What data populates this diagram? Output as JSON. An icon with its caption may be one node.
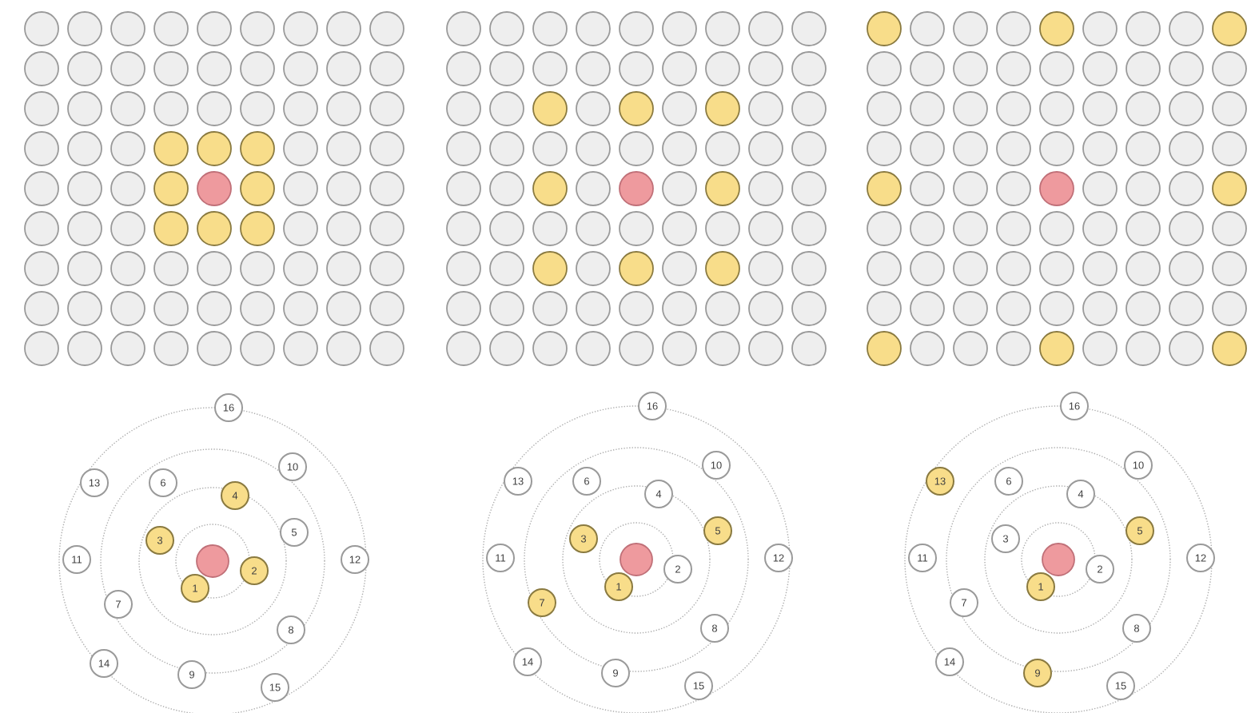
{
  "diagram": {
    "nodes": [
      {
        "text": [
          "16"
        ]
      },
      {
        "text": [
          "10"
        ]
      },
      {
        "text": [
          "13"
        ]
      },
      {
        "text": [
          "6"
        ]
      },
      {
        "text": [
          "4"
        ]
      },
      {
        "text": [
          "5"
        ]
      },
      {
        "text": [
          "3"
        ]
      },
      {
        "text": [
          "11"
        ]
      },
      {
        "text": [
          "12"
        ]
      },
      {
        "text": [],
        "shape": "circle"
      },
      {
        "text": [
          "2"
        ]
      },
      {
        "text": [
          "1"
        ]
      },
      {
        "text": [
          "7"
        ]
      },
      {
        "text": [
          "8"
        ]
      },
      {
        "text": [
          "14"
        ]
      },
      {
        "text": [
          "9"
        ]
      },
      {
        "text": [
          "15"
        ]
      },
      {
        "text": [
          "16"
        ]
      },
      {
        "text": [
          "10"
        ]
      },
      {
        "text": [
          "13"
        ]
      },
      {
        "text": [
          "6"
        ]
      },
      {
        "text": [
          "4"
        ]
      },
      {
        "text": [
          "5"
        ]
      },
      {
        "text": [
          "3"
        ]
      },
      {
        "text": [
          "11"
        ]
      },
      {
        "text": [
          "12"
        ]
      },
      {
        "text": [],
        "shape": "circle"
      },
      {
        "text": [
          "2"
        ]
      },
      {
        "text": [
          "1"
        ]
      },
      {
        "text": [
          "7"
        ]
      },
      {
        "text": [
          "8"
        ]
      },
      {
        "text": [
          "14"
        ]
      },
      {
        "text": [
          "9"
        ]
      },
      {
        "text": [
          "15"
        ]
      },
      {
        "text": [
          "16"
        ]
      },
      {
        "text": [
          "10"
        ]
      },
      {
        "text": [
          "13"
        ]
      },
      {
        "text": [
          "6"
        ]
      },
      {
        "text": [
          "4"
        ]
      },
      {
        "text": [
          "5"
        ]
      },
      {
        "text": [
          "3"
        ]
      },
      {
        "text": [
          "11"
        ]
      },
      {
        "text": [
          "12"
        ]
      },
      {
        "text": [],
        "shape": "circle"
      },
      {
        "text": [
          "2"
        ]
      },
      {
        "text": [
          "1"
        ]
      },
      {
        "text": [
          "7"
        ]
      },
      {
        "text": [
          "8"
        ]
      },
      {
        "text": [
          "14"
        ]
      },
      {
        "text": [
          "9"
        ]
      },
      {
        "text": [
          "15"
        ]
      }
    ]
  }
}
